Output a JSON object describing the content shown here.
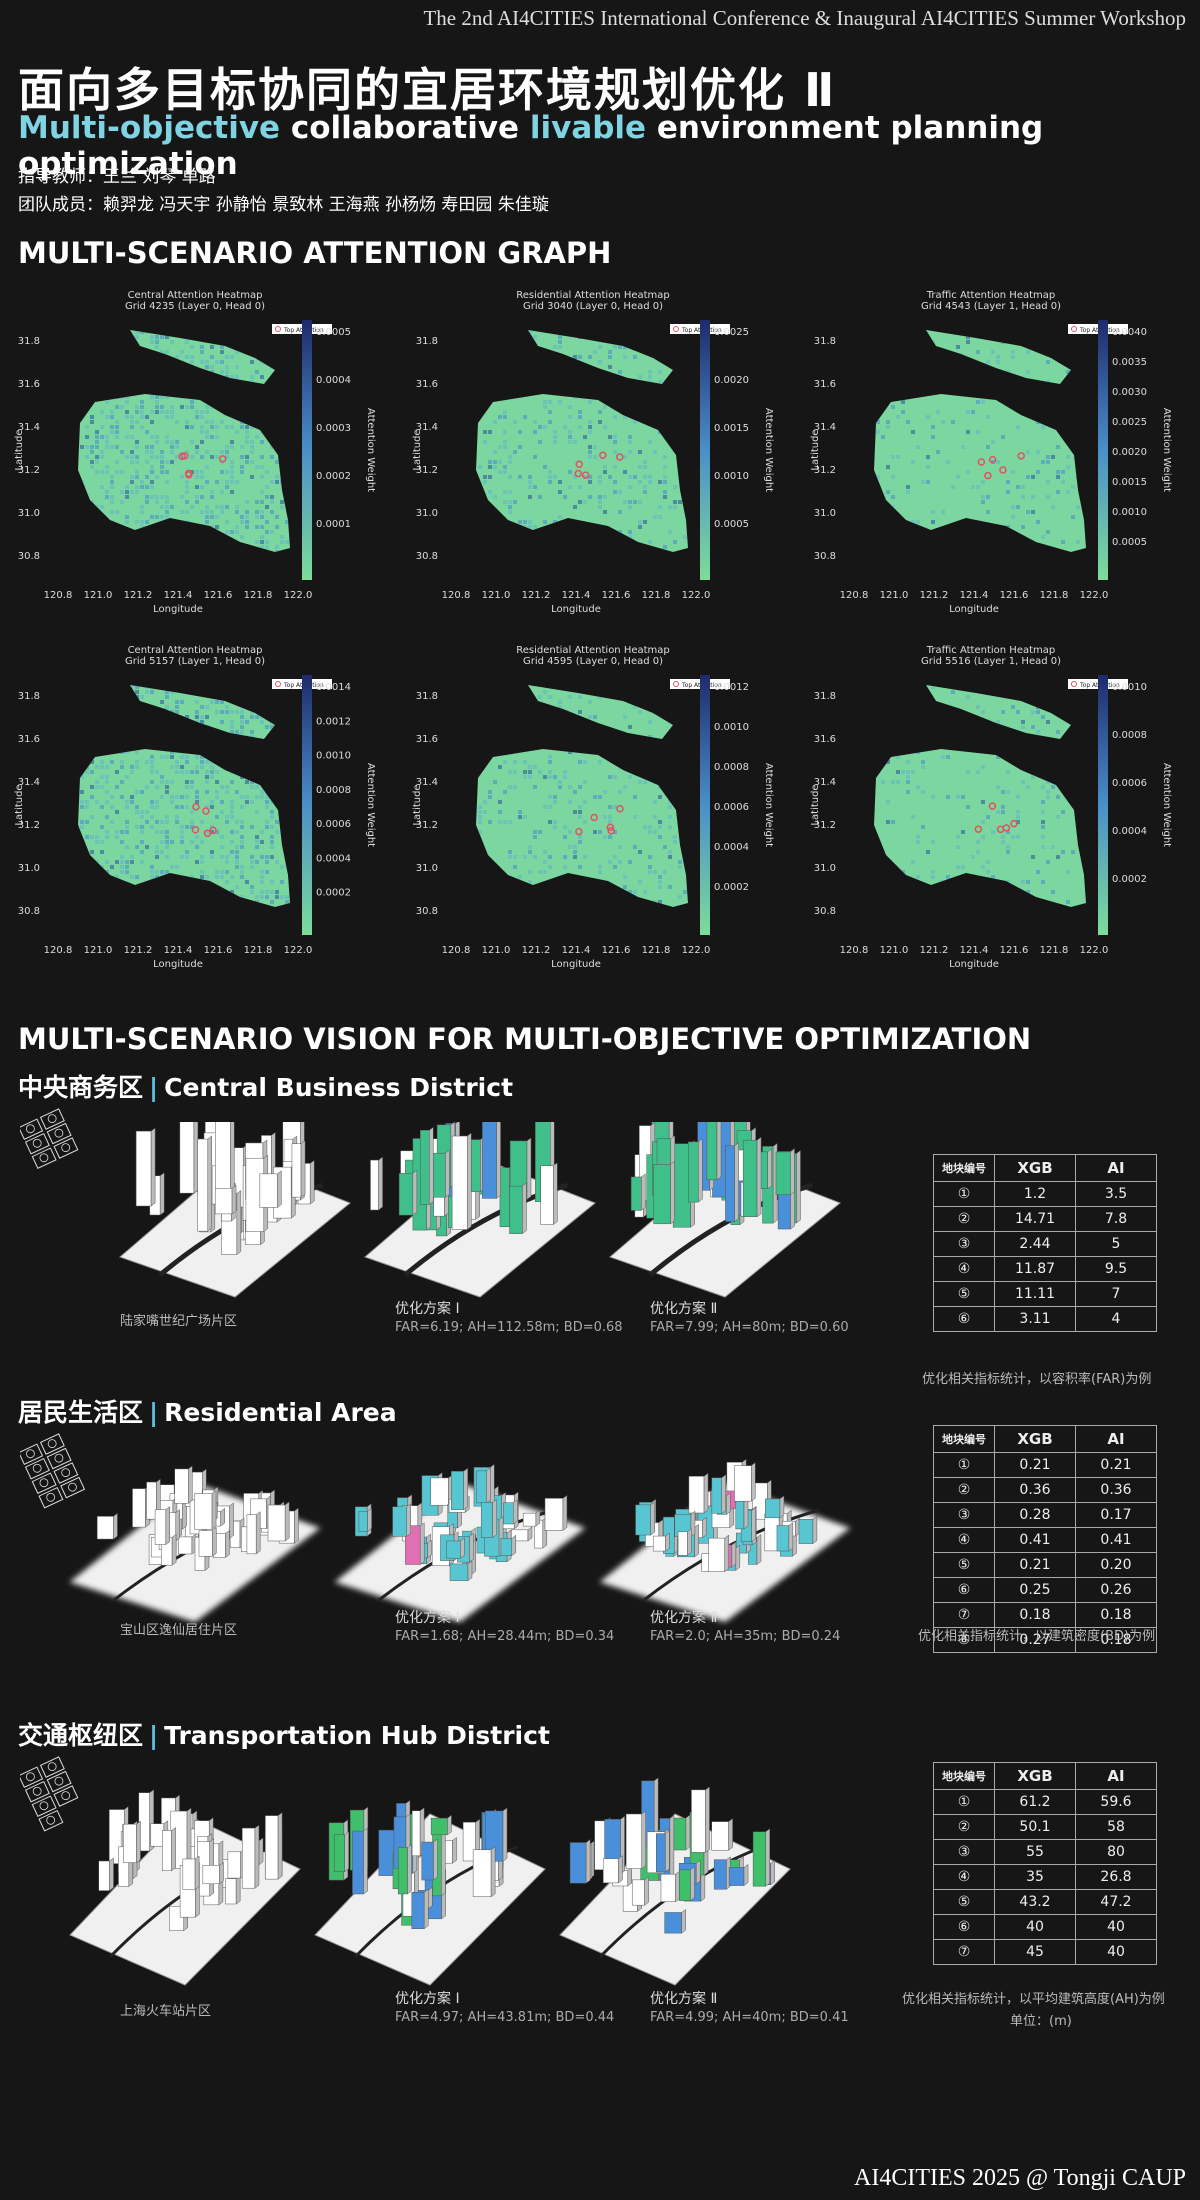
{
  "header": {
    "conference": "The 2nd AI4CITIES International Conference & Inaugural AI4CITIES Summer Workshop",
    "title_cn": "面向多目标协同的宜居环境规划优化 Ⅱ",
    "title_en": [
      {
        "text": "Multi-objective",
        "highlight": true
      },
      {
        "text": " collaborative ",
        "highlight": false
      },
      {
        "text": "livable",
        "highlight": true
      },
      {
        "text": " environment planning optimization",
        "highlight": false
      }
    ],
    "advisors": "指导教师：王兰  刘琴  单路",
    "members": "团队成员：赖羿龙  冯天宇  孙静怡  景致林  王海燕  孙杨炀  寿田园  朱佳璇"
  },
  "section1": {
    "title": "MULTI-SCENARIO ATTENTION GRAPH"
  },
  "heatmaps": [
    {
      "title": "Central Attention Heatmap",
      "subtitle": "Grid 4235 (Layer 0, Head 0)",
      "legend": "Top Attention",
      "cbar_label": "Attention Weight",
      "cbar_ticks": [
        "0.0005",
        "0.0004",
        "0.0003",
        "0.0002",
        "0.0001"
      ],
      "variant": "central"
    },
    {
      "title": "Residential Attention Heatmap",
      "subtitle": "Grid 3040 (Layer 0, Head 0)",
      "legend": "Top Attention",
      "cbar_label": "Attention Weight",
      "cbar_ticks": [
        "0.0025",
        "0.0020",
        "0.0015",
        "0.0010",
        "0.0005"
      ],
      "variant": "residential"
    },
    {
      "title": "Traffic Attention Heatmap",
      "subtitle": "Grid 4543 (Layer 1, Head 0)",
      "legend": "Top Attention",
      "cbar_label": "Attention Weight",
      "cbar_ticks": [
        "0.0040",
        "0.0035",
        "0.0030",
        "0.0025",
        "0.0020",
        "0.0015",
        "0.0010",
        "0.0005"
      ],
      "variant": "traffic"
    },
    {
      "title": "Central Attention Heatmap",
      "subtitle": "Grid 5157 (Layer 1, Head 0)",
      "legend": "Top Attention",
      "cbar_label": "Attention Weight",
      "cbar_ticks": [
        "0.0014",
        "0.0012",
        "0.0010",
        "0.0008",
        "0.0006",
        "0.0004",
        "0.0002"
      ],
      "variant": "central"
    },
    {
      "title": "Residential Attention Heatmap",
      "subtitle": "Grid 4595 (Layer 0, Head 0)",
      "legend": "Top Attention",
      "cbar_label": "Attention Weight",
      "cbar_ticks": [
        "0.0012",
        "0.0010",
        "0.0008",
        "0.0006",
        "0.0004",
        "0.0002"
      ],
      "variant": "residential"
    },
    {
      "title": "Traffic Attention Heatmap",
      "subtitle": "Grid 5516 (Layer 1, Head 0)",
      "legend": "Top Attention",
      "cbar_label": "Attention Weight",
      "cbar_ticks": [
        "0.0010",
        "0.0008",
        "0.0006",
        "0.0004",
        "0.0002"
      ],
      "variant": "traffic"
    }
  ],
  "map_axes": {
    "x_ticks": [
      "120.8",
      "121.0",
      "121.2",
      "121.4",
      "121.6",
      "121.8",
      "122.0"
    ],
    "y_ticks": [
      "31.8",
      "31.6",
      "31.4",
      "31.2",
      "31.0",
      "30.8"
    ],
    "xlabel": "Longitude",
    "ylabel": "Latitude"
  },
  "colors": {
    "accent": "#5bc0de",
    "land": "#6fcf97",
    "attention_low": "#7ddc9a",
    "attention_high": "#1f2a6b",
    "highlight": "#e05263"
  },
  "section2": {
    "title": "MULTI-SCENARIO VISION FOR MULTI-OBJECTIVE OPTIMIZATION"
  },
  "districts": [
    {
      "cn": "中央商务区",
      "en": "Central Business District",
      "style": "cbd",
      "base_caption": "陆家嘴世纪广场片区",
      "plans": [
        {
          "label": "优化方案 Ⅰ",
          "metrics": "FAR=6.19;  AH=112.58m;  BD=0.68"
        },
        {
          "label": "优化方案 Ⅱ",
          "metrics": "FAR=7.99;  AH=80m;  BD=0.60"
        }
      ],
      "table": {
        "head": [
          "地块编号",
          "XGB",
          "AI"
        ],
        "rows": [
          [
            "①",
            "1.2",
            "3.5"
          ],
          [
            "②",
            "14.71",
            "7.8"
          ],
          [
            "③",
            "2.44",
            "5"
          ],
          [
            "④",
            "11.87",
            "9.5"
          ],
          [
            "⑤",
            "11.11",
            "7"
          ],
          [
            "⑥",
            "3.11",
            "4"
          ]
        ]
      },
      "note": "优化相关指标统计，以容积率(FAR)为例",
      "note2": ""
    },
    {
      "cn": "居民生活区",
      "en": "Residential Area",
      "style": "res",
      "base_caption": "宝山区逸仙居住片区",
      "plans": [
        {
          "label": "优化方案 Ⅰ",
          "metrics": "FAR=1.68;  AH=28.44m;  BD=0.34"
        },
        {
          "label": "优化方案 Ⅱ",
          "metrics": "FAR=2.0;  AH=35m;  BD=0.24"
        }
      ],
      "table": {
        "head": [
          "地块编号",
          "XGB",
          "AI"
        ],
        "rows": [
          [
            "①",
            "0.21",
            "0.21"
          ],
          [
            "②",
            "0.36",
            "0.36"
          ],
          [
            "③",
            "0.28",
            "0.17"
          ],
          [
            "④",
            "0.41",
            "0.41"
          ],
          [
            "⑤",
            "0.21",
            "0.20"
          ],
          [
            "⑥",
            "0.25",
            "0.26"
          ],
          [
            "⑦",
            "0.18",
            "0.18"
          ],
          [
            "⑧",
            "0.27",
            "0.18"
          ]
        ]
      },
      "note": "优化相关指标统计，以建筑密度(BD)为例",
      "note2": ""
    },
    {
      "cn": "交通枢纽区",
      "en": "Transportation Hub District",
      "style": "hub",
      "base_caption": "上海火车站片区",
      "plans": [
        {
          "label": "优化方案 Ⅰ",
          "metrics": "FAR=4.97;  AH=43.81m;  BD=0.44"
        },
        {
          "label": "优化方案 Ⅱ",
          "metrics": "FAR=4.99;  AH=40m;  BD=0.41"
        }
      ],
      "table": {
        "head": [
          "地块编号",
          "XGB",
          "AI"
        ],
        "rows": [
          [
            "①",
            "61.2",
            "59.6"
          ],
          [
            "②",
            "50.1",
            "58"
          ],
          [
            "③",
            "55",
            "80"
          ],
          [
            "④",
            "35",
            "26.8"
          ],
          [
            "⑤",
            "43.2",
            "47.2"
          ],
          [
            "⑥",
            "40",
            "40"
          ],
          [
            "⑦",
            "45",
            "40"
          ]
        ]
      },
      "note": "优化相关指标统计，以平均建筑高度(AH)为例",
      "note2": "单位：(m)"
    }
  ],
  "footer": "AI4CITIES 2025 @ Tongji CAUP"
}
